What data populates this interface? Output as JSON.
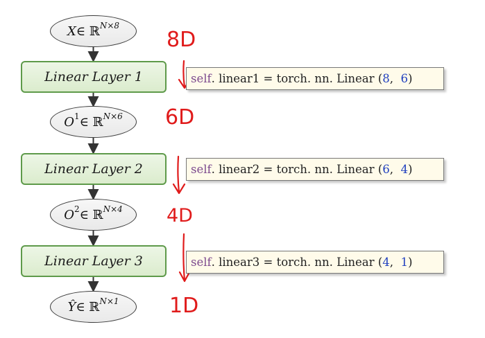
{
  "nodes": {
    "input": {
      "var": "X",
      "rel": " ∈ ℝ",
      "sup": "N×8"
    },
    "layer1": "Linear Layer 1",
    "o1": {
      "var": "O",
      "sup_num": "1",
      "rel": " ∈ ℝ",
      "sup": "N×6"
    },
    "layer2": "Linear Layer 2",
    "o2": {
      "var": "O",
      "sup_num": "2",
      "rel": " ∈ ℝ",
      "sup": "N×4"
    },
    "layer3": "Linear Layer 3",
    "output": {
      "var": "Ŷ",
      "rel": " ∈ ℝ",
      "sup": "N×1"
    }
  },
  "code": {
    "line1": {
      "self": "self",
      "rest": ". linear1 = torch. nn. Linear (",
      "a": "8",
      "sep": ",  ",
      "b": "6",
      "close": ")"
    },
    "line2": {
      "self": "self",
      "rest": ". linear2 = torch. nn. Linear (",
      "a": "6",
      "sep": ",  ",
      "b": "4",
      "close": ")"
    },
    "line3": {
      "self": "self",
      "rest": ". linear3 = torch. nn. Linear (",
      "a": "4",
      "sep": ",  ",
      "b": "1",
      "close": ")"
    }
  },
  "annotations": {
    "d8": "8D",
    "d6": "6D",
    "d4": "4D",
    "d1": "1D"
  },
  "colors": {
    "layer_border": "#5e9a4a",
    "layer_fill": "#dbeccd",
    "code_fill": "#fffbea",
    "ink": "#e01b1b",
    "number_blue": "#1f3fbf",
    "self_purple": "#7d4a8e"
  }
}
